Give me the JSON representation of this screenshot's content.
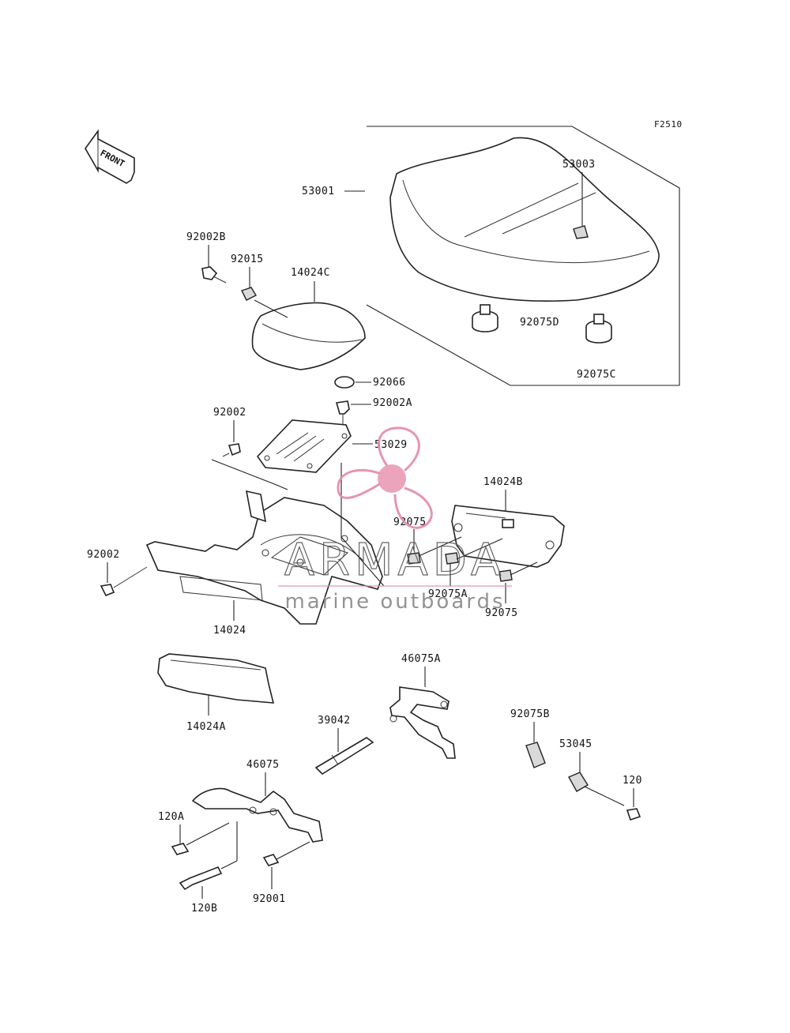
{
  "figure_code": "F2510",
  "front_arrow_text": "FRONT",
  "parts": {
    "p53001": "53001",
    "p53003": "53003",
    "p92002B": "92002B",
    "p92015": "92015",
    "p14024C": "14024C",
    "p92075D": "92075D",
    "p92075C": "92075C",
    "p92066": "92066",
    "p92002A": "92002A",
    "p92002_top": "92002",
    "p53029": "53029",
    "p14024B": "14024B",
    "p92002_left": "92002",
    "p92075_a": "92075",
    "p92075A": "92075A",
    "p92075_b": "92075",
    "p14024": "14024",
    "p46075A": "46075A",
    "p14024A": "14024A",
    "p39042": "39042",
    "p92075B": "92075B",
    "p46075": "46075",
    "p53045": "53045",
    "p120": "120",
    "p120A": "120A",
    "p120B": "120B",
    "p92001": "92001"
  },
  "watermark": {
    "brand": "ARMADA",
    "tagline": "marine outboards",
    "color": "#e48aa8"
  }
}
